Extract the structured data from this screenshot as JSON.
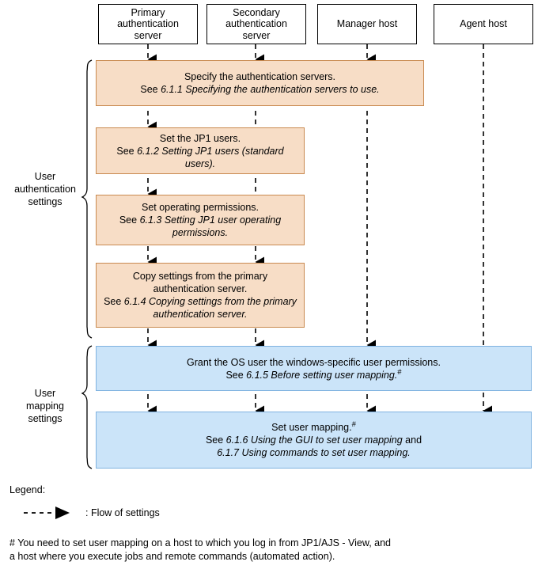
{
  "diagram": {
    "title": "User authentication settings and user mapping settings flow",
    "colors": {
      "orange_fill": "#f7ddc6",
      "orange_border": "#c98a50",
      "blue_fill": "#cbe4f9",
      "blue_border": "#7fb2e0",
      "line": "#000000",
      "background": "#ffffff"
    },
    "columns": [
      {
        "id": "primary",
        "label": "Primary\nauthentication\nserver",
        "line1": "Primary",
        "line2": "authentication",
        "line3": "server"
      },
      {
        "id": "secondary",
        "label": "Secondary\nauthentication\nserver",
        "line1": "Secondary",
        "line2": "authentication",
        "line3": "server"
      },
      {
        "id": "manager",
        "label": "Manager host",
        "line1": "Manager host",
        "line2": "",
        "line3": ""
      },
      {
        "id": "agent",
        "label": "Agent host",
        "line1": "Agent host",
        "line2": "",
        "line3": ""
      }
    ],
    "groups": [
      {
        "id": "user-authentication-settings",
        "line1": "User",
        "line2": "authentication",
        "line3": "settings"
      },
      {
        "id": "user-mapping-settings",
        "line1": "User",
        "line2": "mapping",
        "line3": "settings"
      }
    ],
    "steps": [
      {
        "id": "specify-authentication-servers",
        "group": "user-authentication-settings",
        "color": "orange",
        "heading": "Specify the authentication servers.",
        "see_prefix": "See ",
        "see_ref": "6.1.1 Specifying the authentication servers to use.",
        "footnote_marker": "",
        "inbound_columns": [
          "primary",
          "secondary",
          "manager"
        ]
      },
      {
        "id": "set-jp1-users",
        "group": "user-authentication-settings",
        "color": "orange",
        "heading": "Set the JP1 users.",
        "see_prefix": "See ",
        "see_ref": "6.1.2 Setting JP1 users (standard users).",
        "footnote_marker": "",
        "inbound_columns": [
          "primary"
        ]
      },
      {
        "id": "set-operating-permissions",
        "group": "user-authentication-settings",
        "color": "orange",
        "heading": "Set operating permissions.",
        "see_prefix": "See ",
        "see_ref": "6.1.3 Setting JP1 user operating permissions.",
        "footnote_marker": "",
        "inbound_columns": [
          "primary"
        ]
      },
      {
        "id": "copy-settings-from-primary",
        "group": "user-authentication-settings",
        "color": "orange",
        "heading": "Copy settings from the primary authentication server.",
        "see_prefix": "See ",
        "see_ref": "6.1.4 Copying settings from the primary authentication server.",
        "footnote_marker": "",
        "inbound_columns": [
          "primary",
          "secondary"
        ]
      },
      {
        "id": "grant-os-user-permissions",
        "group": "user-mapping-settings",
        "color": "blue",
        "heading": "Grant the OS user the windows-specific user permissions.",
        "see_prefix": "See ",
        "see_ref": "6.1.5 Before setting user mapping.",
        "footnote_marker": "#",
        "inbound_columns": [
          "primary",
          "secondary",
          "manager"
        ]
      },
      {
        "id": "set-user-mapping",
        "group": "user-mapping-settings",
        "color": "blue",
        "heading": "Set user mapping.",
        "heading_marker": "#",
        "see_prefix": "See ",
        "see_ref_1": "6.1.6 Using the GUI to set user mapping",
        "see_join": " and",
        "see_ref_2": "6.1.7 Using commands to set user mapping.",
        "footnote_marker": "",
        "inbound_columns": [
          "primary",
          "secondary",
          "manager",
          "agent"
        ]
      }
    ],
    "legend": {
      "title": "Legend:",
      "entries": [
        {
          "id": "flow-of-settings",
          "symbol": "dashed-arrow",
          "text": ": Flow of settings"
        }
      ]
    },
    "footnote": {
      "marker": "#",
      "line1": "# You need to set user mapping on a host to which you log in from JP1/AJS - View, and",
      "line2": "a host where you execute jobs and remote commands (automated action)."
    }
  }
}
